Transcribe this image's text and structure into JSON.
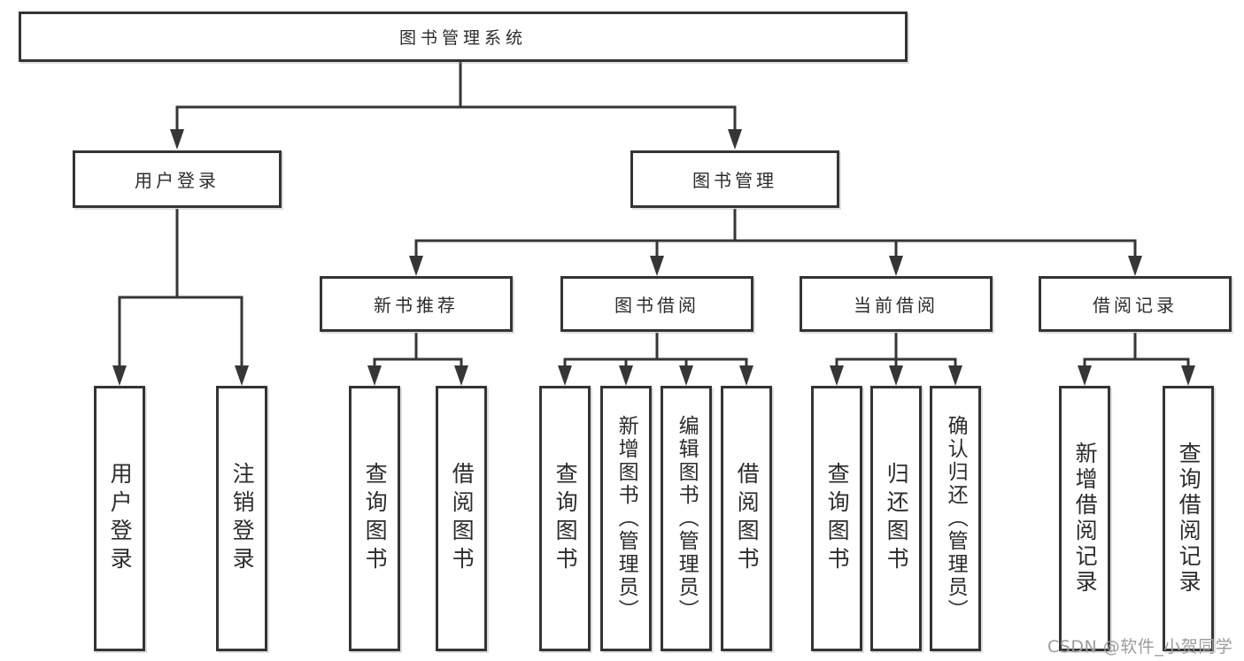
{
  "tree": {
    "root": "图书管理系统",
    "branches": [
      {
        "label": "用户登录",
        "children": [
          "用户登录",
          "注销登录"
        ]
      },
      {
        "label": "图书管理",
        "groups": [
          {
            "label": "新书推荐",
            "children": [
              "查询图书",
              "借阅图书"
            ]
          },
          {
            "label": "图书借阅",
            "children": [
              "查询图书",
              "新增图书（管理员）",
              "编辑图书（管理员）",
              "借阅图书"
            ]
          },
          {
            "label": "当前借阅",
            "children": [
              "查询图书",
              "归还图书",
              "确认归还（管理员）"
            ]
          },
          {
            "label": "借阅记录",
            "children": [
              "新增借阅记录",
              "查询借阅记录"
            ]
          }
        ]
      }
    ]
  },
  "watermark": {
    "text": "CSDN @软件_小贺同学"
  },
  "colors": {
    "line": "#363636",
    "box_border": "#343434",
    "box_fill": "#ffffff",
    "text": "#2c2c2c",
    "watermark": "#9c9c9c",
    "background": "#ffffff"
  }
}
